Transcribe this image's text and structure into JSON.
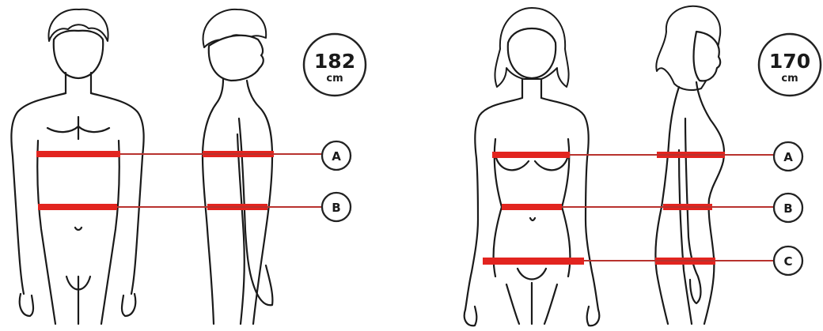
{
  "colors": {
    "band": "#e2241f",
    "line_thin": "#b8322e",
    "outline": "#1a1a1a"
  },
  "male": {
    "height_value": "182",
    "height_unit": "cm",
    "markers": [
      "A",
      "B"
    ]
  },
  "female": {
    "height_value": "170",
    "height_unit": "cm",
    "markers": [
      "A",
      "B",
      "C"
    ]
  }
}
